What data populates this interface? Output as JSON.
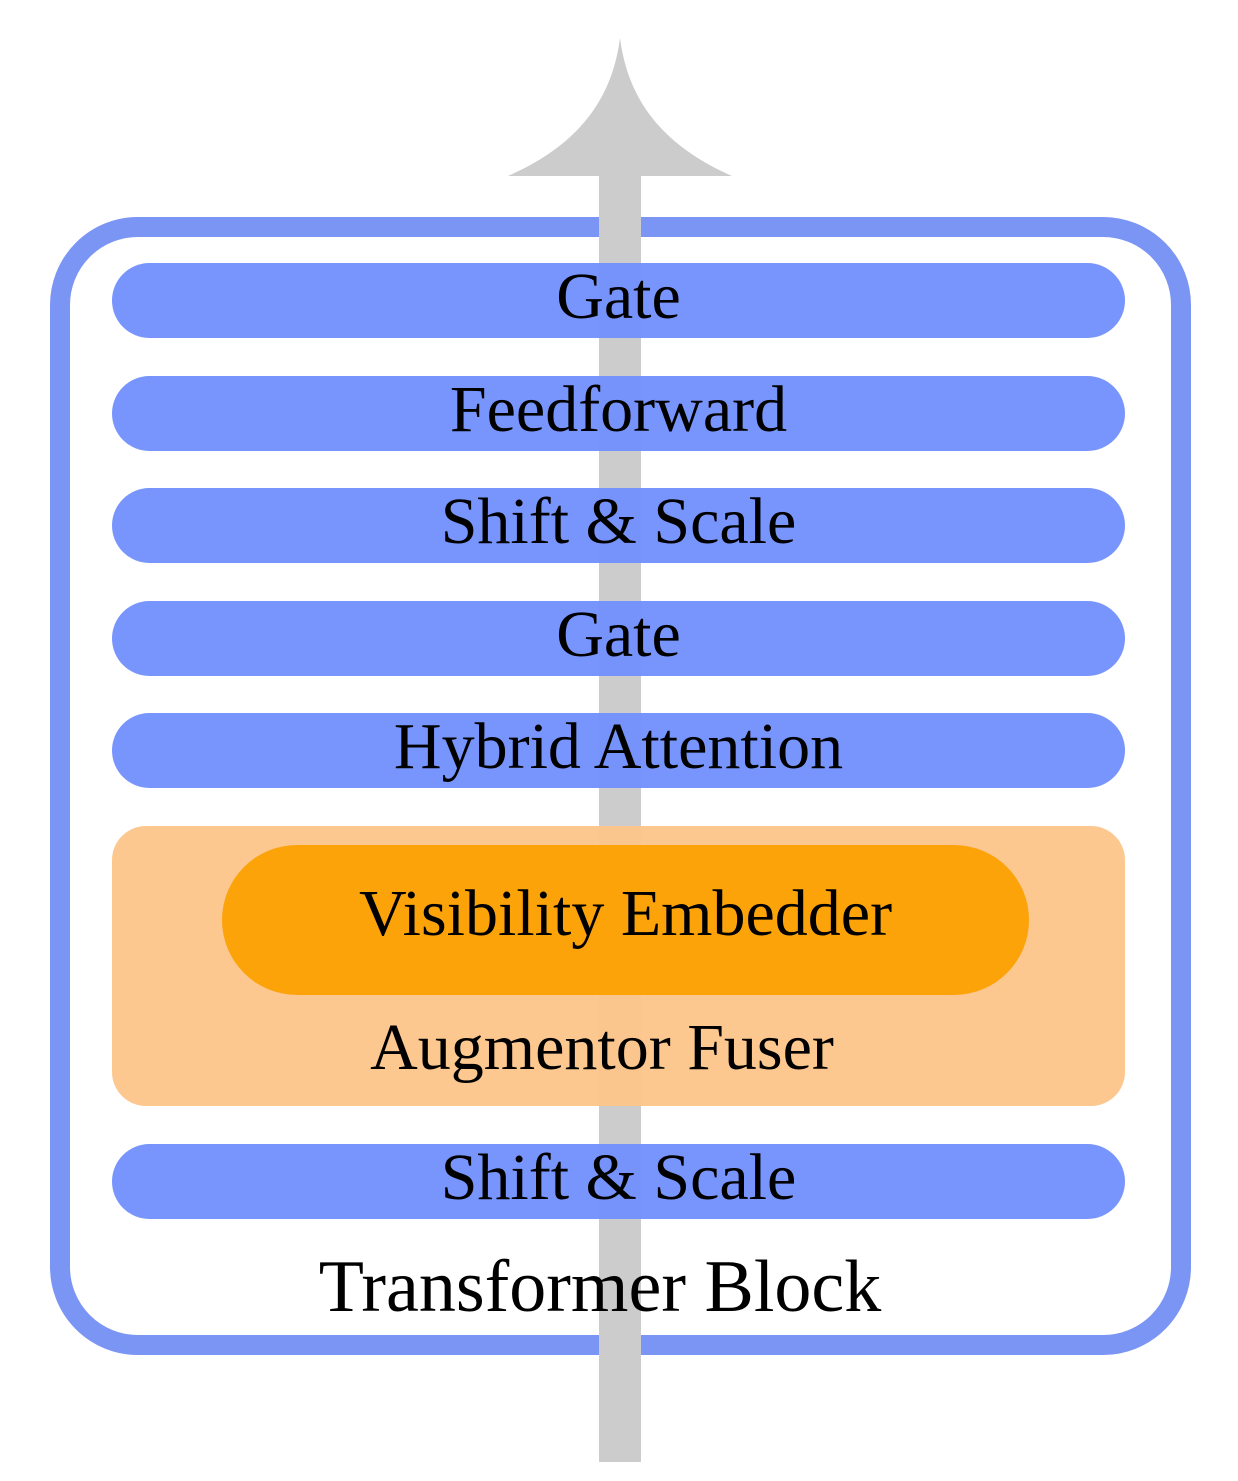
{
  "colors": {
    "frame": "#7b95f5",
    "layer": "#7391fd",
    "fuser": "#fdc589",
    "embedder": "#fca30a",
    "arrow": "#cccccc"
  },
  "layers": [
    {
      "label": "Gate"
    },
    {
      "label": "Feedforward"
    },
    {
      "label": "Shift & Scale"
    },
    {
      "label": "Gate"
    },
    {
      "label": "Hybrid Attention"
    },
    {
      "label": "Shift & Scale"
    }
  ],
  "fuser": {
    "label": "Augmentor Fuser",
    "embedder_label": "Visibility Embedder"
  },
  "block": {
    "label": "Transformer Block"
  }
}
